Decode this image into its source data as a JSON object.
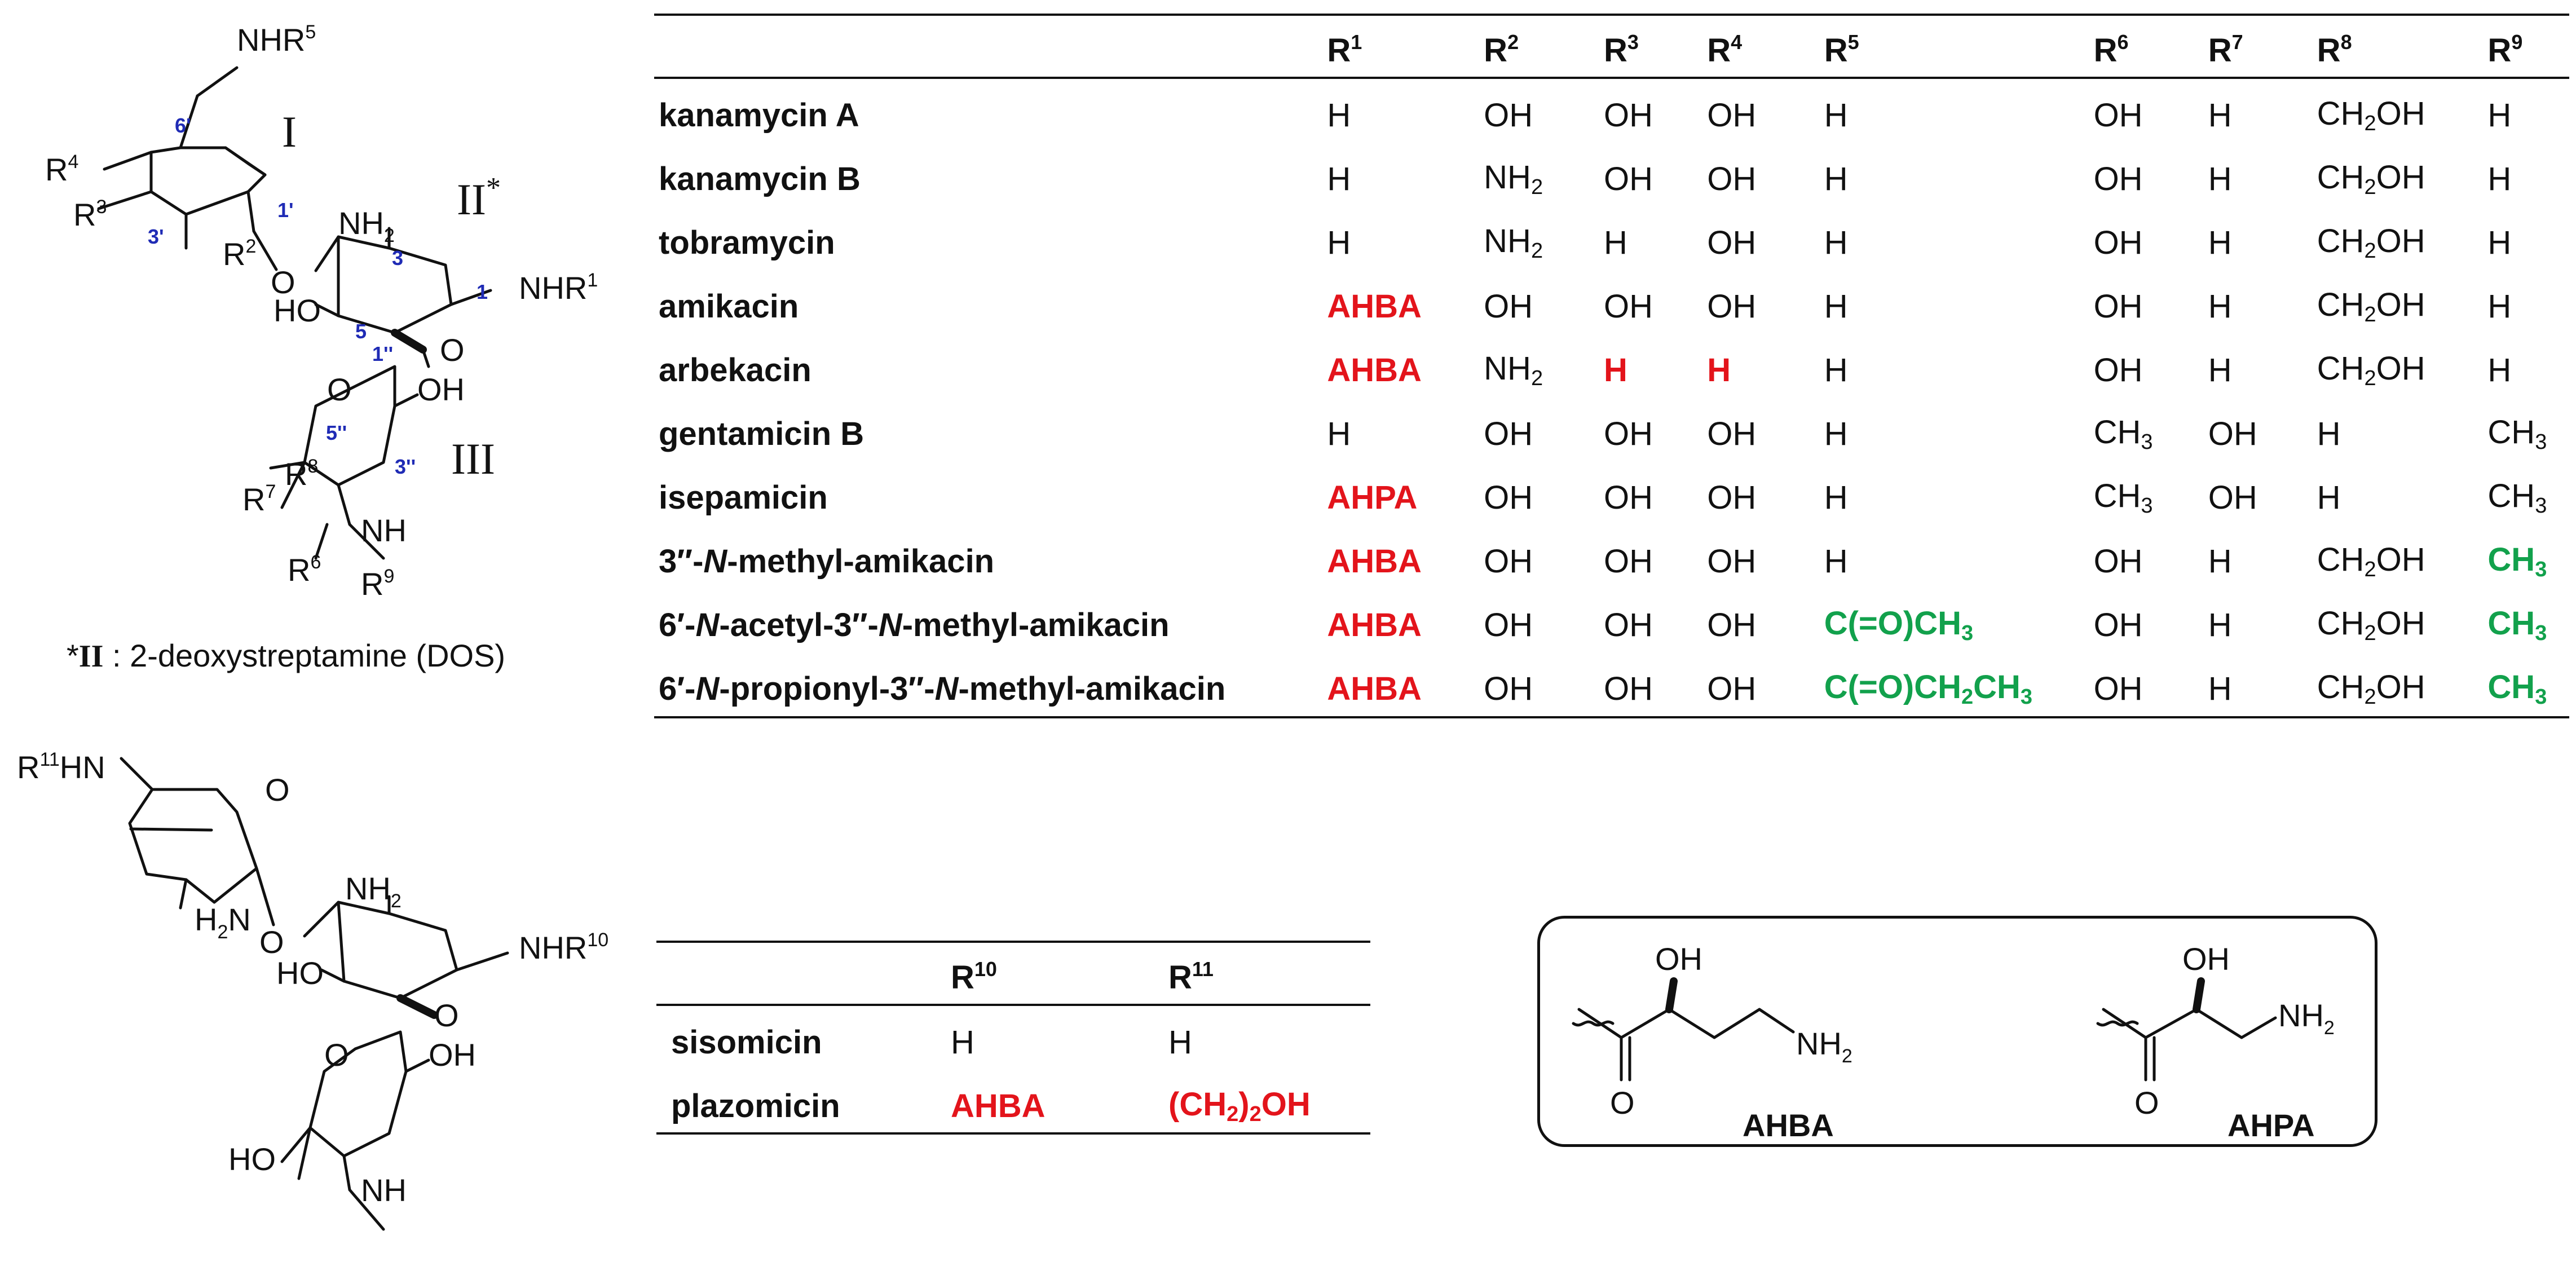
{
  "structure_top": {
    "ring_labels": [
      "I",
      "II*",
      "III"
    ],
    "substituents": [
      "NHR5",
      "R4",
      "R3",
      "R2",
      "NH2",
      "NHR1",
      "HO",
      "OH",
      "R8",
      "R7",
      "R6",
      "R9",
      "NH"
    ],
    "atom_numbers": [
      "6'",
      "1'",
      "3'",
      "3",
      "1",
      "5",
      "1''",
      "5''",
      "3''"
    ],
    "footnote_marker": "*",
    "footnote_roman": "II",
    "footnote_text": ": 2-deoxystreptamine (DOS)"
  },
  "main_table": {
    "headers": [
      "R1",
      "R2",
      "R3",
      "R4",
      "R5",
      "R6",
      "R7",
      "R8",
      "R9"
    ],
    "rows": [
      {
        "name": "kanamycin A",
        "values": [
          "H",
          "OH",
          "OH",
          "OH",
          "H",
          "OH",
          "H",
          "CH2OH",
          "H"
        ]
      },
      {
        "name": "kanamycin B",
        "values": [
          "H",
          "NH2",
          "OH",
          "OH",
          "H",
          "OH",
          "H",
          "CH2OH",
          "H"
        ]
      },
      {
        "name": "tobramycin",
        "values": [
          "H",
          "NH2",
          "H",
          "OH",
          "H",
          "OH",
          "H",
          "CH2OH",
          "H"
        ]
      },
      {
        "name": "amikacin",
        "values": [
          "AHBA",
          "OH",
          "OH",
          "OH",
          "H",
          "OH",
          "H",
          "CH2OH",
          "H"
        ]
      },
      {
        "name": "arbekacin",
        "values": [
          "AHBA",
          "NH2",
          "H",
          "H",
          "H",
          "OH",
          "H",
          "CH2OH",
          "H"
        ]
      },
      {
        "name": "gentamicin B",
        "values": [
          "H",
          "OH",
          "OH",
          "OH",
          "H",
          "CH3",
          "OH",
          "H",
          "CH3"
        ]
      },
      {
        "name": "isepamicin",
        "values": [
          "AHPA",
          "OH",
          "OH",
          "OH",
          "H",
          "CH3",
          "OH",
          "H",
          "CH3"
        ]
      },
      {
        "name": "3''-N-methyl-amikacin",
        "values": [
          "AHBA",
          "OH",
          "OH",
          "OH",
          "H",
          "OH",
          "H",
          "CH2OH",
          "CH3"
        ]
      },
      {
        "name": "6'-N-acetyl-3''-N-methyl-amikacin",
        "values": [
          "AHBA",
          "OH",
          "OH",
          "OH",
          "C(=O)CH3",
          "OH",
          "H",
          "CH2OH",
          "CH3"
        ]
      },
      {
        "name": "6'-N-propionyl-3''-N-methyl-amikacin",
        "values": [
          "AHBA",
          "OH",
          "OH",
          "OH",
          "C(=O)CH2CH3",
          "OH",
          "H",
          "CH2OH",
          "CH3"
        ]
      }
    ]
  },
  "structure_bottom": {
    "substituents": [
      "R11HN",
      "H2N",
      "NH2",
      "NHR10",
      "HO",
      "OH",
      "HO",
      "NH"
    ]
  },
  "side_table": {
    "headers": [
      "R10",
      "R11"
    ],
    "rows": [
      {
        "name": "sisomicin",
        "values": [
          "H",
          "H"
        ]
      },
      {
        "name": "plazomicin",
        "values": [
          "AHBA",
          "(CH2)2OH"
        ]
      }
    ]
  },
  "side_chains": {
    "items": [
      {
        "name": "AHBA",
        "groups": [
          "OH",
          "NH2",
          "O"
        ]
      },
      {
        "name": "AHPA",
        "groups": [
          "OH",
          "NH2",
          "O"
        ]
      }
    ]
  },
  "colors": {
    "modified": "#e3141b",
    "new_modification": "#12a14c",
    "atom_number": "#1f2bb5"
  }
}
